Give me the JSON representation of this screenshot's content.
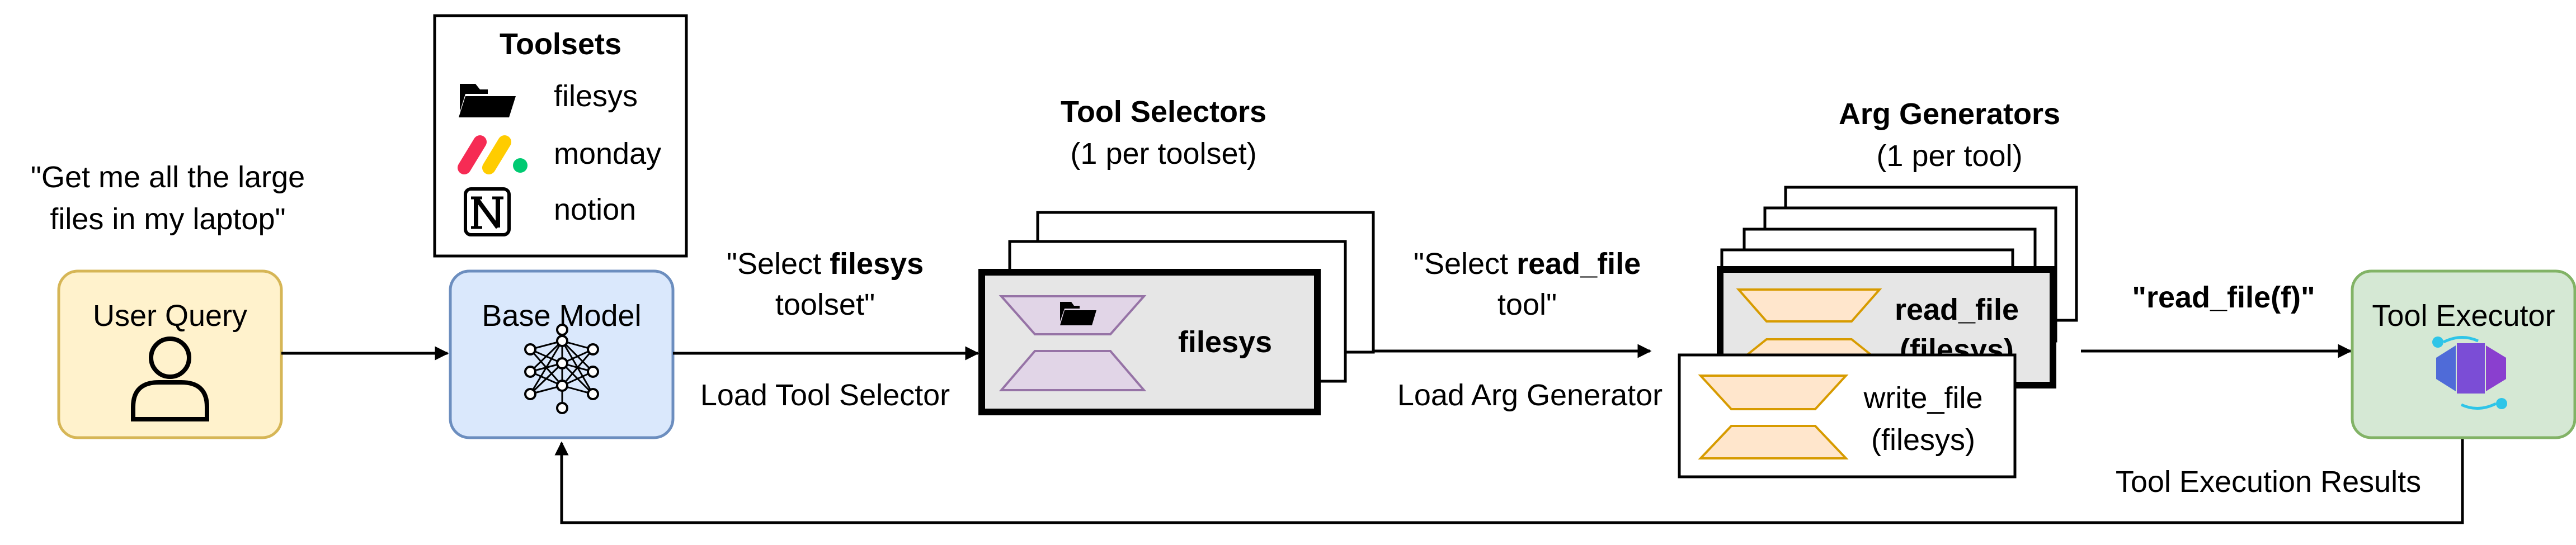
{
  "user_query": {
    "quote_line1": "\"Get me all the large",
    "quote_line2": "files in my laptop\"",
    "title": "User Query"
  },
  "toolsets": {
    "title": "Toolsets",
    "items": [
      "filesys",
      "monday",
      "notion"
    ]
  },
  "base_model": {
    "title": "Base Model"
  },
  "select_toolset": {
    "prefix": "\"Select ",
    "bold": "filesys",
    "line2": "toolset\"",
    "below": "Load Tool Selector"
  },
  "tool_selectors": {
    "title": "Tool Selectors",
    "subtitle": "(1 per toolset)",
    "label": "filesys"
  },
  "select_tool": {
    "prefix": "\"Select ",
    "bold": "read_file",
    "line2": "tool\"",
    "below": "Load Arg Generator"
  },
  "arg_generators": {
    "title": "Arg Generators",
    "subtitle": "(1 per tool)",
    "card1_line1": "read_file",
    "card1_line2": "(filesys)",
    "card2_line1": "write_file",
    "card2_line2": "(filesys)"
  },
  "call": {
    "label": "\"read_file(f)\""
  },
  "tool_executor": {
    "title": "Tool Executor"
  },
  "feedback": {
    "label": "Tool Execution Results"
  },
  "colors": {
    "user_fill": "#fff2cc",
    "user_stroke": "#d6b656",
    "base_fill": "#dae8fc",
    "base_stroke": "#6c8ebf",
    "exec_fill": "#d5e8d4",
    "exec_stroke": "#82b366",
    "selector_fill": "#e1d5e7",
    "selector_stroke": "#9673a6",
    "arg_fill": "#ffe6cc",
    "arg_stroke": "#d79b00",
    "card_gray": "#e6e6e6"
  }
}
